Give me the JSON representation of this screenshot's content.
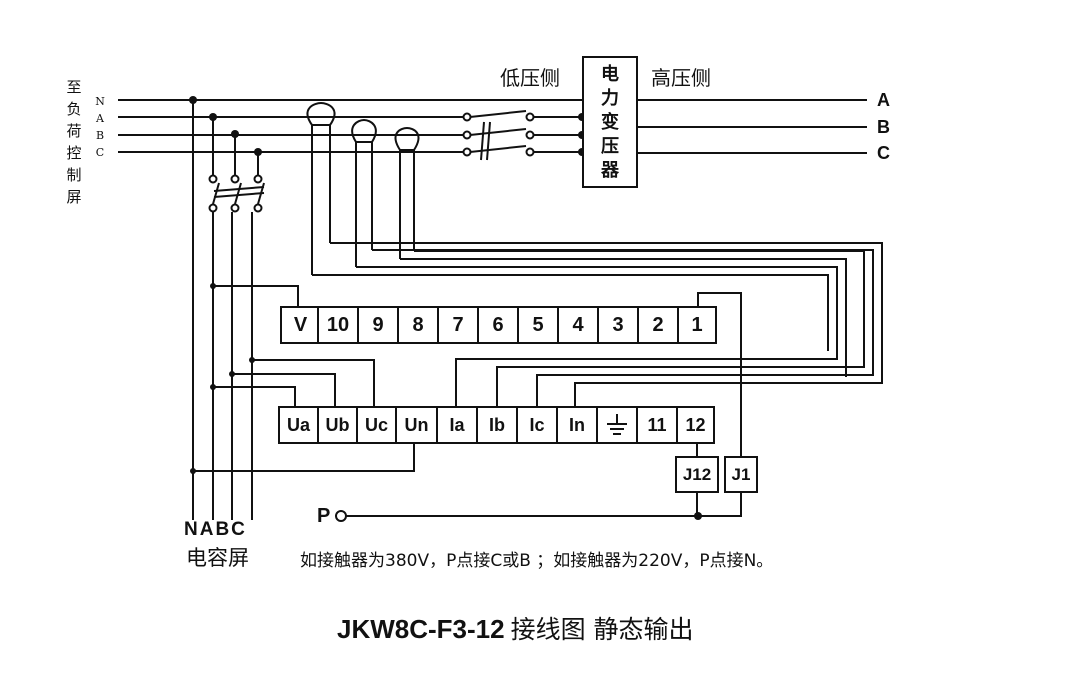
{
  "load_label": "至负荷控制屏",
  "phase_labels_left": [
    "N",
    "A",
    "B",
    "C"
  ],
  "low_side_label": "低压侧",
  "high_side_label": "高压侧",
  "transformer_label": "电力变压器",
  "phase_labels_right": [
    "A",
    "B",
    "C"
  ],
  "top_terminals": [
    "V",
    "10",
    "9",
    "8",
    "7",
    "6",
    "5",
    "4",
    "3",
    "2",
    "1"
  ],
  "bottom_terminals": [
    "Ua",
    "Ub",
    "Uc",
    "Un",
    "Ia",
    "Ib",
    "Ic",
    "In",
    "ground-icon",
    "11",
    "12"
  ],
  "relay_labels": [
    "J12",
    "J1"
  ],
  "p_label": "P",
  "capacitor_phases": "NABC",
  "capacitor_label": "电容屏",
  "note": "如接触器为380V，P点接C或B ；如接触器为220V，P点接N。",
  "caption_model": "JKW8C-F3-12",
  "caption_text": "接线图 静态输出"
}
